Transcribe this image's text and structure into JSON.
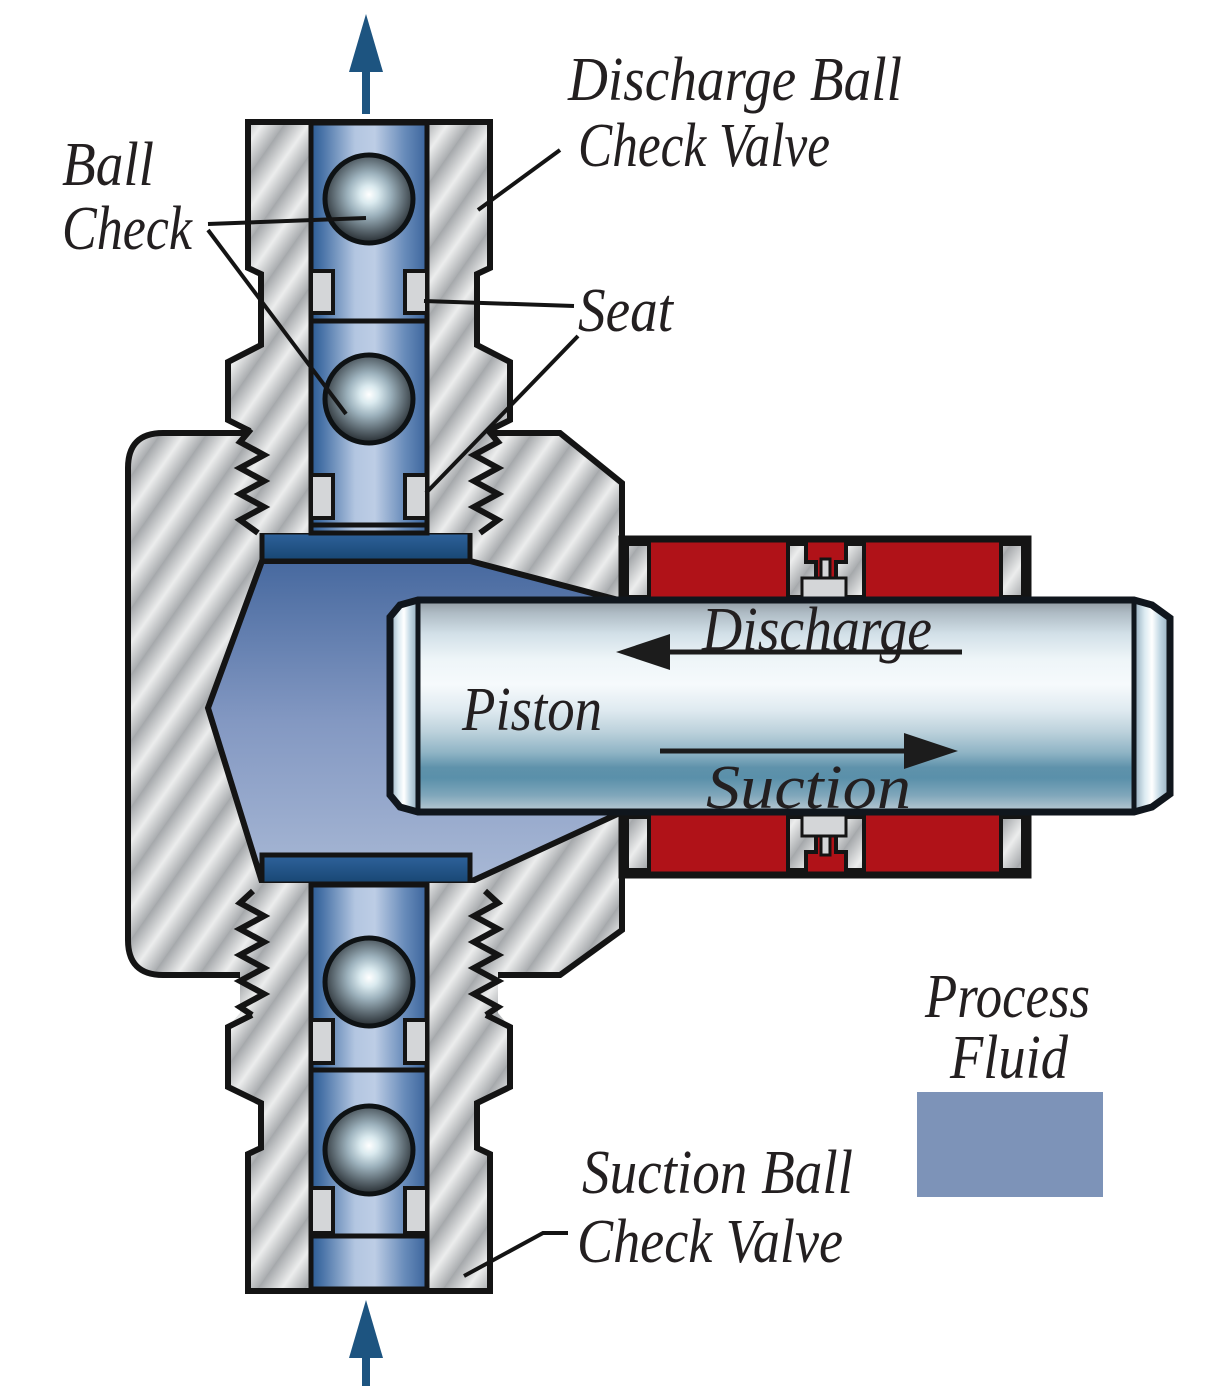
{
  "diagram": {
    "type": "mechanical-cross-section",
    "subject": "piston pump with ball check valves",
    "labels": {
      "discharge_valve_line1": "Discharge Ball",
      "discharge_valve_line2": "Check Valve",
      "ball_check_line1": "Ball",
      "ball_check_line2": "Check",
      "seat": "Seat",
      "discharge_stroke": "Discharge",
      "piston": "Piston",
      "suction_stroke": "Suction",
      "suction_valve_line1": "Suction Ball",
      "suction_valve_line2": "Check Valve",
      "legend_line1": "Process",
      "legend_line2": "Fluid"
    },
    "colors": {
      "process_fluid_swatch": "#7d93b8",
      "packing_red": "#b01218",
      "flow_arrow_blue": "#1d5480",
      "outline_black": "#141414",
      "text_color": "#231f20"
    },
    "flow": {
      "top_arrow_direction": "up",
      "bottom_arrow_direction": "up",
      "discharge_arrow_direction": "left",
      "suction_arrow_direction": "right"
    },
    "components": {
      "balls_count": 4,
      "seats_count": 4,
      "check_valves": [
        "discharge (top)",
        "suction (bottom)"
      ]
    }
  }
}
